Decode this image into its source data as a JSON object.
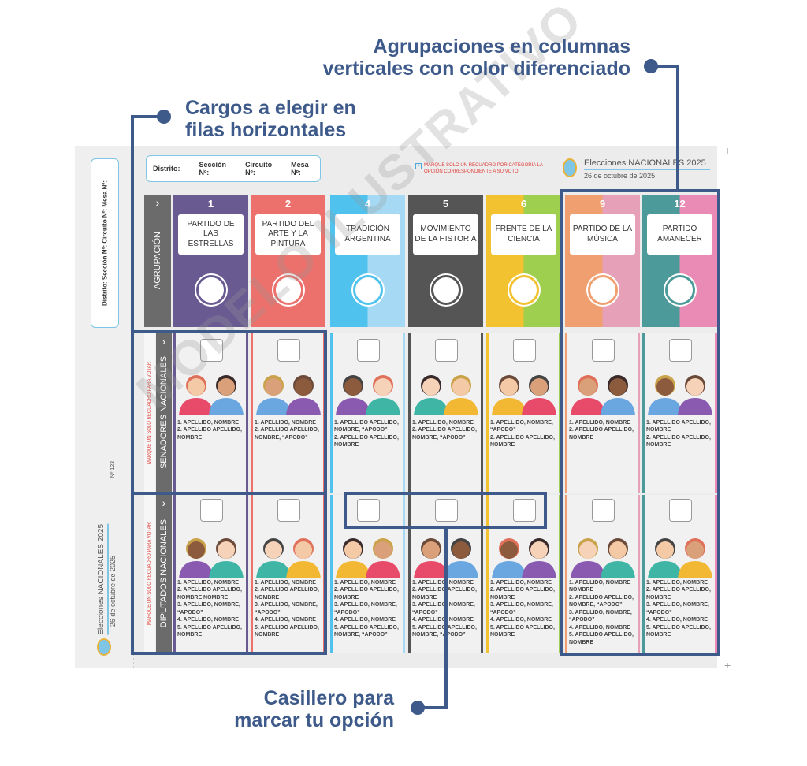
{
  "annotations": {
    "columns": "Agrupaciones en columnas verticales con color diferenciado",
    "rows": "Cargos a elegir en filas horizontales",
    "checkbox": "Casillero para marcar tu opción"
  },
  "ballot": {
    "header": {
      "distrito": "Distrito:",
      "seccion": "Sección Nº:",
      "circuito": "Circuito Nº:",
      "mesa": "Mesa Nº:",
      "instruction": "MARQUE SÓLO UN RECUADRO POR CATEGORÍA LA OPCIÓN CORRESPONDIENTE A SU VOTO.",
      "election": "Elecciones NACIONALES 2025",
      "date": "26 de octubre de 2025"
    },
    "stub": {
      "fields": "Distrito:      Sección Nº:  Circuito Nº:  Mesa Nº:",
      "number": "Nº 123",
      "election": "Elecciones NACIONALES 2025",
      "date": "26 de octubre de 2025"
    },
    "rows": {
      "agrupacion": "AGRUPACIÓN",
      "senadores": "SENADORES NACIONALES",
      "diputados": "DIPUTADOS NACIONALES",
      "vote_hint": "MARQUE UN SÓLO RECUADRO PARA VOTAR"
    },
    "watermark": "MODELO ILUSTRATIVO",
    "parties": [
      {
        "number": "1",
        "name": "PARTIDO DE LAS ESTRELLAS",
        "color": "#6a5a92",
        "accent": "#6a5a92",
        "senadores": [
          "1. APELLIDO, NOMBRE",
          "2. APELLIDO APELLIDO, NOMBRE"
        ],
        "diputados": [
          "1. APELLIDO, NOMBRE",
          "2. APELLIDO APELLIDO, NOMBRE NOMBRE",
          "3. APELLIDO, NOMBRE, “APODO”",
          "4. APELLIDO, NOMBRE",
          "5. APELLIDO APELLIDO, NOMBRE"
        ]
      },
      {
        "number": "2",
        "name": "PARTIDO DEL ARTE Y LA PINTURA",
        "color": "#ec716d",
        "accent": "#ec716d",
        "senadores": [
          "1. APELLIDO, NOMBRE",
          "2. APELLIDO APELLIDO, NOMBRE, “APODO”"
        ],
        "diputados": [
          "1. APELLIDO, NOMBRE",
          "2. APELLIDO APELLIDO, NOMBRE",
          "3. APELLIDO, NOMBRE, “APODO”",
          "4. APELLIDO, NOMBRE",
          "5. APELLIDO APELLIDO, NOMBRE"
        ]
      },
      {
        "number": "4",
        "name": "TRADICIÓN ARGENTINA",
        "color": "#4fc3ee",
        "accent": "#a6daf4",
        "senadores": [
          "1. APELLIDO APELLIDO, NOMBRE, “APODO”",
          "2. APELLIDO APELLIDO, NOMBRE"
        ],
        "diputados": [
          "1. APELLIDO, NOMBRE",
          "2. APELLIDO APELLIDO, NOMBRE",
          "3. APELLIDO, NOMBRE, “APODO”",
          "4. APELLIDO, NOMBRE",
          "5. APELLIDO APELLIDO, NOMBRE, “APODO”"
        ]
      },
      {
        "number": "5",
        "name": "MOVIMIENTO DE LA HISTORIA",
        "color": "#555555",
        "accent": "#555555",
        "senadores": [
          "1. APELLIDO, NOMBRE",
          "2. APELLIDO APELLIDO, NOMBRE, “APODO”"
        ],
        "diputados": [
          "1. APELLIDO, NOMBRE",
          "2. APELLIDO APELLIDO, NOMBRE",
          "3. APELLIDO, NOMBRE, “APODO”",
          "4. APELLIDO, NOMBRE",
          "5. APELLIDO APELLIDO, NOMBRE, “APODO”"
        ]
      },
      {
        "number": "6",
        "name": "FRENTE DE LA CIENCIA",
        "color": "#f2c230",
        "accent": "#9fcf4e",
        "senadores": [
          "1. APELLIDO, NOMBRE, “APODO”",
          "2. APELLIDO APELLIDO, NOMBRE"
        ],
        "diputados": [
          "1. APELLIDO, NOMBRE",
          "2. APELLIDO APELLIDO, NOMBRE",
          "3. APELLIDO, NOMBRE, “APODO”",
          "4. APELLIDO, NOMBRE",
          "5. APELLIDO APELLIDO, NOMBRE"
        ]
      },
      {
        "number": "9",
        "name": "PARTIDO DE LA MÚSICA",
        "color": "#f0a070",
        "accent": "#e6a0b8",
        "senadores": [
          "1. APELLIDO, NOMBRE",
          "2. APELLIDO APELLIDO, NOMBRE"
        ],
        "diputados": [
          "1. APELLIDO, NOMBRE NOMBRE",
          "2. APELLIDO APELLIDO, NOMBRE, “APODO”",
          "3. APELLIDO, NOMBRE, “APODO”",
          "4. APELLIDO, NOMBRE",
          "5. APELLIDO APELLIDO, NOMBRE"
        ]
      },
      {
        "number": "12",
        "name": "PARTIDO AMANECER",
        "color": "#4d9a9a",
        "accent": "#e98bb5",
        "senadores": [
          "1. APELLIDO APELLIDO, NOMBRE",
          "2. APELLIDO APELLIDO, NOMBRE"
        ],
        "diputados": [
          "1. APELLIDO, NOMBRE",
          "2. APELLIDO APELLIDO, NOMBRE",
          "3. APELLIDO, NOMBRE, “APODO”",
          "4. APELLIDO, NOMBRE",
          "5. APELLIDO APELLIDO, NOMBRE"
        ]
      }
    ]
  }
}
